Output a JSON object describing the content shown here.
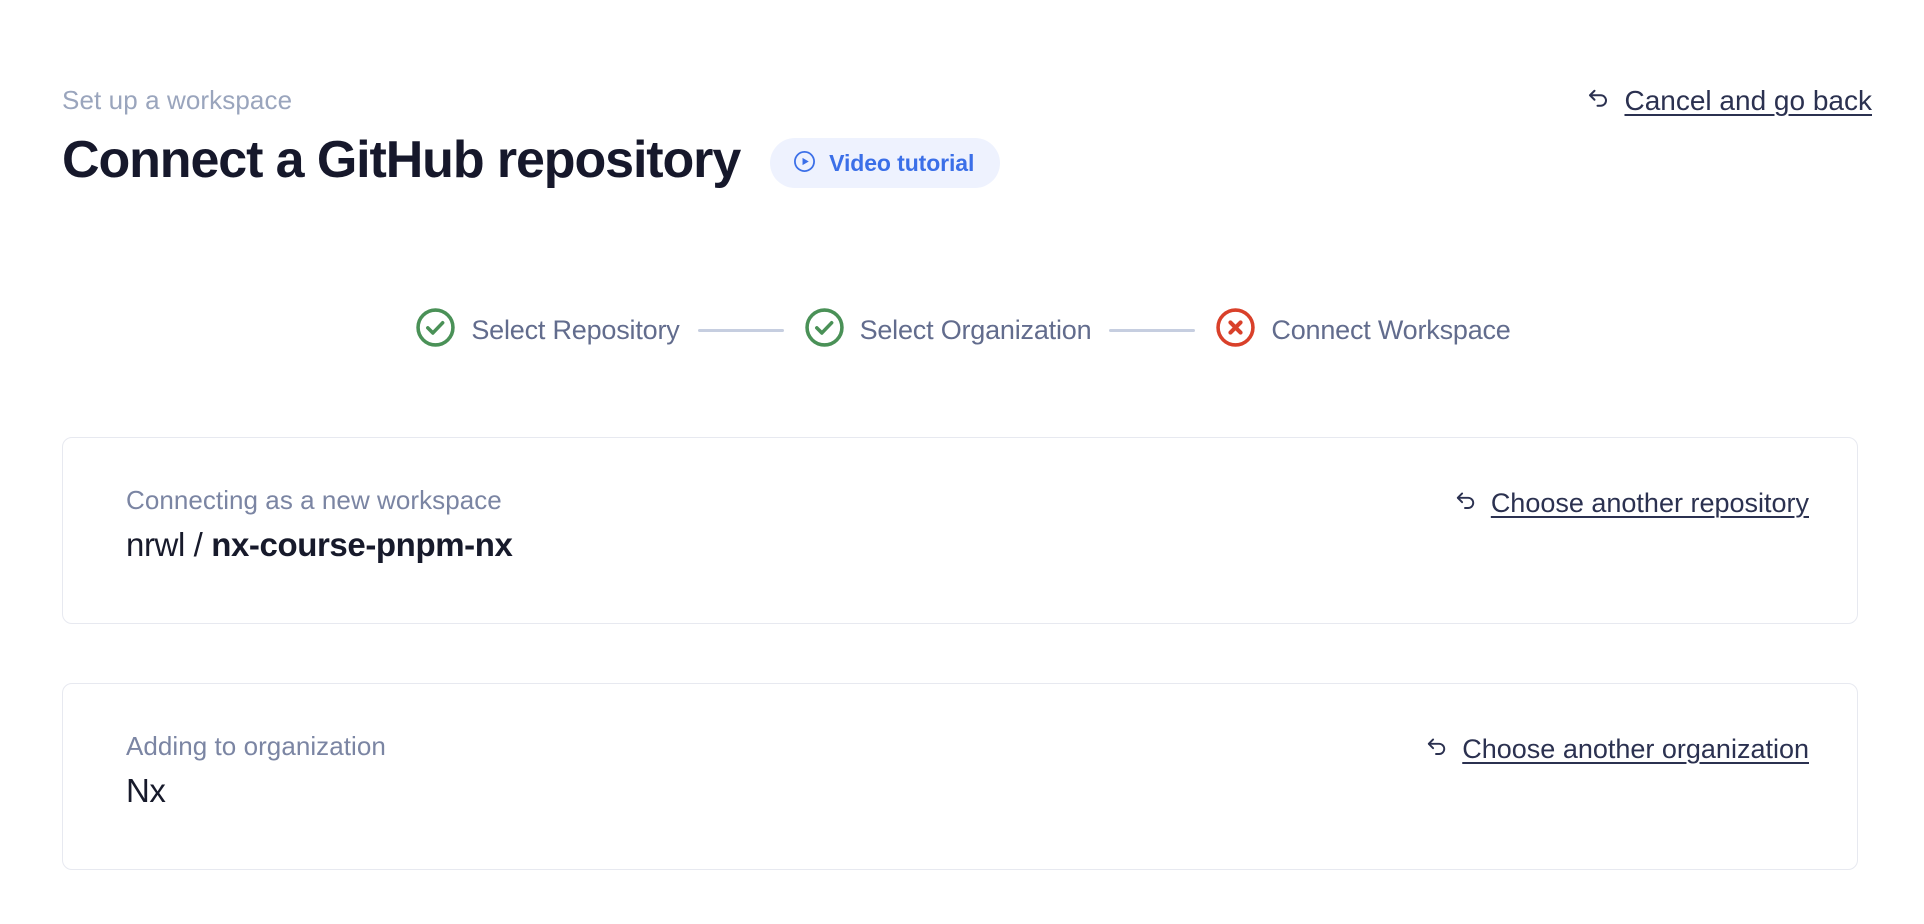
{
  "header": {
    "breadcrumb": "Set up a workspace",
    "title": "Connect a GitHub repository",
    "video_badge": {
      "label": "Video tutorial",
      "icon": "play-circle-icon",
      "bg_color": "#eef2fe",
      "accent_color": "#3b6fe8"
    },
    "cancel_link": {
      "label": "Cancel and go back",
      "icon": "undo-arrow-icon"
    }
  },
  "stepper": {
    "steps": [
      {
        "label": "Select Repository",
        "state": "complete",
        "icon": "check-circle-icon",
        "color": "#4a9157"
      },
      {
        "label": "Select Organization",
        "state": "complete",
        "icon": "check-circle-icon",
        "color": "#4a9157"
      },
      {
        "label": "Connect Workspace",
        "state": "error",
        "icon": "x-circle-icon",
        "color": "#d9402a"
      }
    ],
    "connector_color": "#c6cee0"
  },
  "cards": [
    {
      "caption": "Connecting as a new workspace",
      "value_prefix": "nrwl / ",
      "value_strong": "nx-course-pnpm-nx",
      "action": {
        "label": "Choose another repository",
        "icon": "undo-arrow-icon"
      }
    },
    {
      "caption": "Adding to organization",
      "value_prefix": "Nx",
      "value_strong": "",
      "action": {
        "label": "Choose another organization",
        "icon": "undo-arrow-icon"
      }
    }
  ]
}
